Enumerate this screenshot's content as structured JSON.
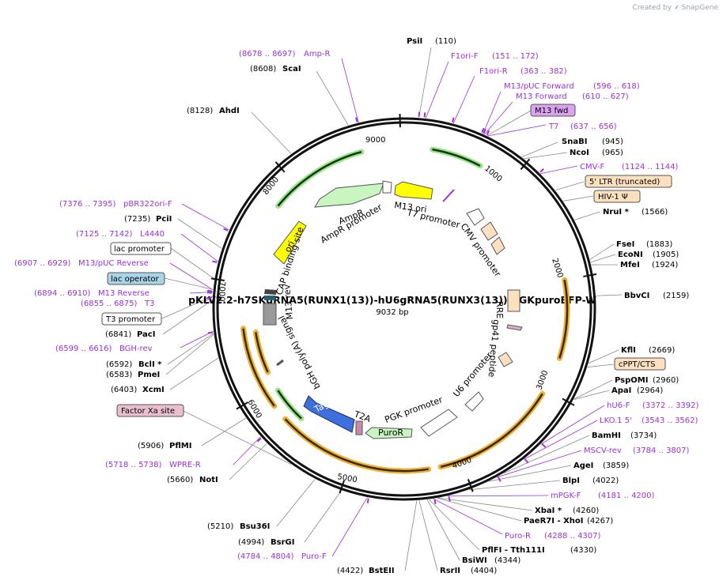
{
  "app": {
    "created_by": "Created by",
    "brand": "SnapGene"
  },
  "plasmid": {
    "name": "pKLV2.2-h7SKgRNA5(RUNX1(13))-hU6gRNA5(RUNX3(13))-PGKpuroBFP-W",
    "length_label": "9032 bp",
    "length": 9032
  },
  "ticks": [
    "9000",
    "1000",
    "2000",
    "3000",
    "4000",
    "5000",
    "6000",
    "7000",
    "8000"
  ],
  "enzymes": [
    {
      "name": "PsiI",
      "pos": "(110)"
    },
    {
      "name": "SnaBI",
      "pos": "(945)"
    },
    {
      "name": "NcoI",
      "pos": "(965)"
    },
    {
      "name": "NruI *",
      "pos": "(1566)"
    },
    {
      "name": "FseI",
      "pos": "(1883)"
    },
    {
      "name": "EcoNI",
      "pos": "(1905)"
    },
    {
      "name": "MfeI",
      "pos": "(1924)"
    },
    {
      "name": "BbvCI",
      "pos": "(2159)"
    },
    {
      "name": "KflI",
      "pos": "(2669)"
    },
    {
      "name": "PspOMI",
      "pos": "(2960)"
    },
    {
      "name": "ApaI",
      "pos": "(2964)"
    },
    {
      "name": "BamHI",
      "pos": "(3734)"
    },
    {
      "name": "AgeI",
      "pos": "(3859)"
    },
    {
      "name": "BlpI",
      "pos": "(4022)"
    },
    {
      "name": "XbaI *",
      "pos": "(4260)"
    },
    {
      "name": "PaeR7I - XhoI",
      "pos": "(4267)"
    },
    {
      "name": "PflFI - Tth111I",
      "pos": "(4330)"
    },
    {
      "name": "BsiWI",
      "pos": "(4344)"
    },
    {
      "name": "RsrII",
      "pos": "(4404)"
    },
    {
      "name": "BstEII",
      "pos": "(4422)"
    },
    {
      "name": "BsrGI",
      "pos": "(4994)"
    },
    {
      "name": "Bsu36I",
      "pos": "(5210)"
    },
    {
      "name": "NotI",
      "pos": "(5660)"
    },
    {
      "name": "PflMI",
      "pos": "(5906)"
    },
    {
      "name": "XcmI",
      "pos": "(6403)"
    },
    {
      "name": "PmeI",
      "pos": "(6583)"
    },
    {
      "name": "BclI *",
      "pos": "(6592)"
    },
    {
      "name": "PacI",
      "pos": "(6841)"
    },
    {
      "name": "PciI",
      "pos": "(7235)"
    },
    {
      "name": "AhdI",
      "pos": "(8128)"
    },
    {
      "name": "ScaI",
      "pos": "(8608)"
    }
  ],
  "primers": [
    {
      "name": "Amp-R",
      "pos": "(8678 .. 8697)"
    },
    {
      "name": "F1ori-F",
      "pos": "(151 .. 172)"
    },
    {
      "name": "F1ori-R",
      "pos": "(363 .. 382)"
    },
    {
      "name": "M13/pUC Forward",
      "pos": "(596 .. 618)"
    },
    {
      "name": "M13 Forward",
      "pos": "(610 .. 627)"
    },
    {
      "name": "T7",
      "pos": "(637 .. 656)"
    },
    {
      "name": "CMV-F",
      "pos": "(1124 .. 1144)"
    },
    {
      "name": "hU6-F",
      "pos": "(3372 .. 3392)"
    },
    {
      "name": "LKO.1 5'",
      "pos": "(3543 .. 3562)"
    },
    {
      "name": "MSCV-rev",
      "pos": "(3784 .. 3807)"
    },
    {
      "name": "mPGK-F",
      "pos": "(4181 .. 4200)"
    },
    {
      "name": "Puro-R",
      "pos": "(4288 .. 4307)"
    },
    {
      "name": "Puro-F",
      "pos": "(4784 .. 4804)"
    },
    {
      "name": "WPRE-R",
      "pos": "(5718 .. 5738)"
    },
    {
      "name": "BGH-rev",
      "pos": "(6599 .. 6616)"
    },
    {
      "name": "T3",
      "pos": "(6855 .. 6875)"
    },
    {
      "name": "M13 Reverse",
      "pos": "(6894 .. 6910)"
    },
    {
      "name": "M13/pUC Reverse",
      "pos": "(6907 .. 6929)"
    },
    {
      "name": "L4440",
      "pos": "(7125 .. 7142)"
    },
    {
      "name": "pBR322ori-F",
      "pos": "(7376 .. 7395)"
    }
  ],
  "boxed_features": [
    {
      "name": "M13 fwd",
      "color": "#d9a3f0"
    },
    {
      "name": "5' LTR (truncated)",
      "color": "#fde0c0"
    },
    {
      "name": "HIV-1 Ψ",
      "color": "#fde0c0"
    },
    {
      "name": "cPPT/CTS",
      "color": "#fde0c0"
    },
    {
      "name": "Factor Xa site",
      "color": "#e9bfd0"
    },
    {
      "name": "T3 promoter",
      "color": "#ffffff"
    },
    {
      "name": "lac operator",
      "color": "#a9d3e6"
    },
    {
      "name": "lac promoter",
      "color": "#ffffff"
    }
  ],
  "inner_features": {
    "m13_ori": "M13 ori",
    "t7_promoter": "T7 promoter",
    "cmv_promoter": "CMV promoter",
    "rre": "RRE",
    "gp41_peptide": "gp41 peptide",
    "u6_promoter": "U6 promoter",
    "pgk_promoter": "PGK promoter",
    "puror": "PuroR",
    "t2a": "T2A",
    "tagbfp": "TagBFP",
    "bgh_polya": "bGH poly(A) signal",
    "m13_rev": "M13 rev",
    "cap_site": "CAP binding site",
    "ori": "ori",
    "ampr": "AmpR",
    "ampr_promoter": "AmpR promoter"
  },
  "colors": {
    "primer": "#9b30d9",
    "ampr_fill": "#c8f5c0",
    "ori_fill": "#ffff00",
    "orf_outline": "#f0b030",
    "tagbfp_fill": "#3d6fe0",
    "ltr_fill": "#fde0c0"
  }
}
